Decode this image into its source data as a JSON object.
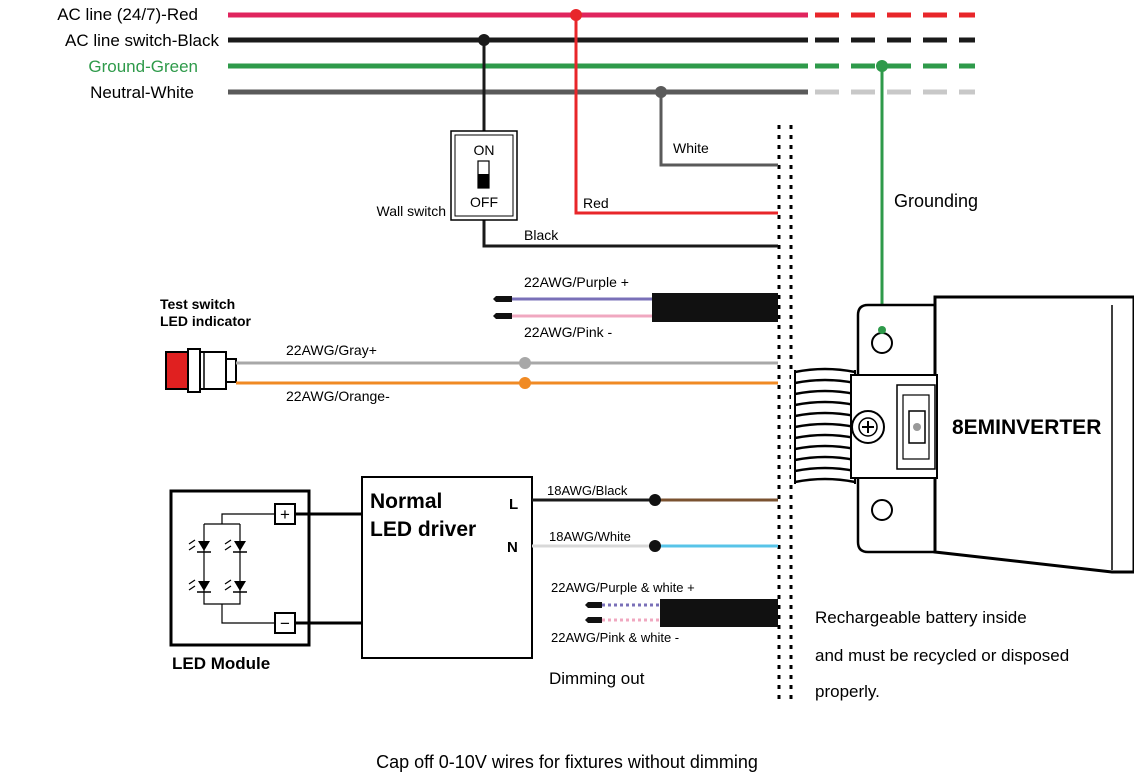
{
  "legend": {
    "ac_line": "AC line (24/7)-Red",
    "ac_switch": "AC line switch-Black",
    "ground": "Ground-Green",
    "neutral": "Neutral-White"
  },
  "wall_switch": {
    "on": "ON",
    "off": "OFF",
    "label": "Wall switch"
  },
  "wire_labels": {
    "white": "White",
    "red": "Red",
    "black": "Black",
    "grounding": "Grounding",
    "purple_plus": "22AWG/Purple +",
    "pink_minus": "22AWG/Pink -",
    "gray_plus": "22AWG/Gray+",
    "orange_minus": "22AWG/Orange-",
    "black_18": "18AWG/Black",
    "white_18": "18AWG/White",
    "purple_white_plus": "22AWG/Purple & white +",
    "pink_white_minus": "22AWG/Pink & white -"
  },
  "test_switch": {
    "line1": "Test switch",
    "line2": "LED indicator"
  },
  "driver": {
    "line1": "Normal",
    "line2": "LED driver",
    "L": "L",
    "N": "N"
  },
  "led_module": {
    "label": "LED  Module",
    "plus": "+",
    "minus": "−"
  },
  "inverter": {
    "name": "8EMINVERTER"
  },
  "notes": {
    "dimming_out": "Dimming out",
    "battery_1": "Rechargeable battery inside",
    "battery_2": "and must be recycled or disposed",
    "battery_3": "properly.",
    "cap_off": "Cap off 0-10V wires for fixtures without dimming"
  },
  "colors": {
    "red": "#e0245e",
    "red_wire": "#e8262a",
    "black": "#1a1a1a",
    "green": "#2e9a4a",
    "gray": "#5a5a5a",
    "light_gray": "#c8c8c8",
    "purple": "#7a70b8",
    "pink": "#f0a8c0",
    "orange": "#f08a24",
    "brown": "#7a5230",
    "cyan": "#58c4e8",
    "indicator_red": "#e02020"
  }
}
